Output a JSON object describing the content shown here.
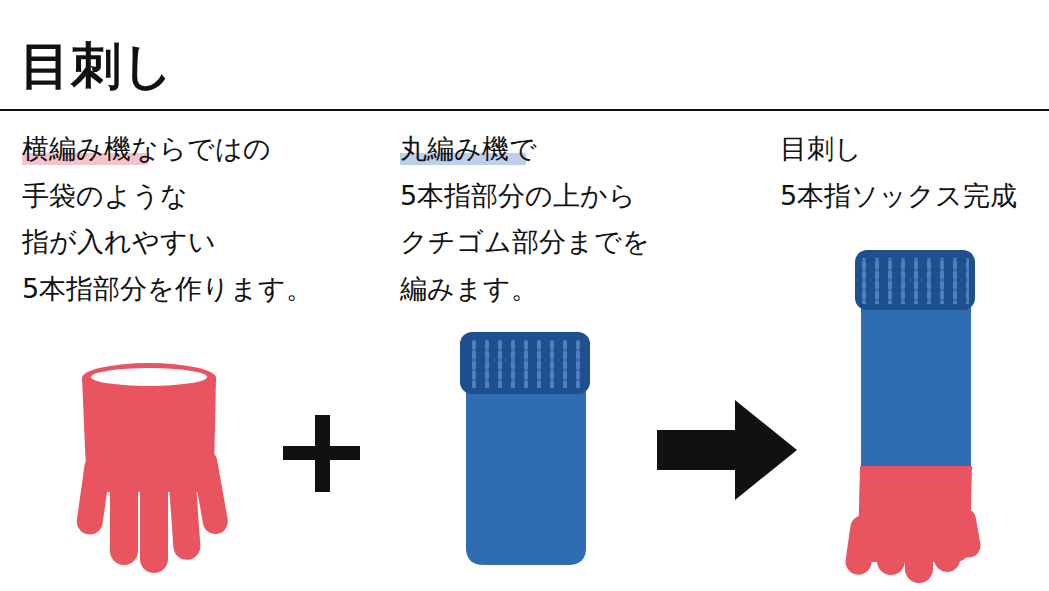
{
  "diagram": {
    "title": "目刺し",
    "labels": [
      "横編み機ならではの",
      "手袋のような",
      "指が入れやすい",
      "5本指部分を作ります。",
      "丸編み機で",
      "5本指部分の上から",
      "クチゴム部分までを",
      "編みます。",
      "目刺し",
      "5本指ソックス完成"
    ]
  }
}
